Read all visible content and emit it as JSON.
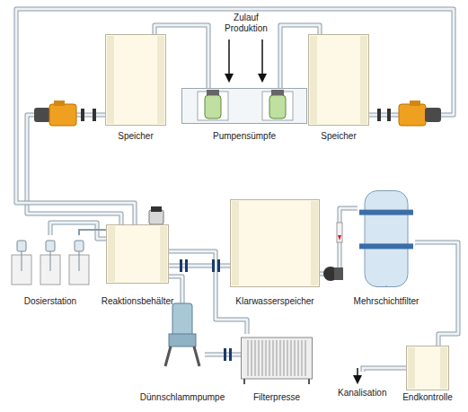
{
  "diagram": {
    "nodes": [
      {
        "text": [
          "Speicher"
        ]
      },
      {
        "text": [
          "Pumpensümpfe"
        ]
      },
      {
        "text": [
          "Speicher"
        ]
      },
      {
        "text": [
          "Dosierstation"
        ]
      },
      {
        "text": [
          "Reaktionsbehälter"
        ]
      },
      {
        "text": [
          "Klarwasserspeicher"
        ]
      },
      {
        "text": [
          "Mehrschichtfilter"
        ]
      },
      {
        "text": [
          "Dünnschlammpumpe"
        ]
      },
      {
        "text": [
          "Filterpresse"
        ]
      },
      {
        "text": [
          "Endkontrolle"
        ]
      }
    ],
    "edges": [
      {
        "from": 1,
        "to": 0,
        "arrow": "none"
      },
      {
        "from": 1,
        "to": 2,
        "arrow": "none"
      },
      {
        "from": 0,
        "to": 4,
        "arrow": "none"
      },
      {
        "from": 2,
        "to": 4,
        "arrow": "none"
      },
      {
        "from": 3,
        "to": 4,
        "arrow": "none"
      },
      {
        "from": 4,
        "to": 5,
        "arrow": "none"
      },
      {
        "from": 4,
        "to": 7,
        "arrow": "none"
      },
      {
        "from": 7,
        "to": 8,
        "arrow": "none"
      },
      {
        "from": 8,
        "to": 4,
        "arrow": "none"
      },
      {
        "from": 5,
        "to": 6,
        "arrow": "none"
      },
      {
        "from": 6,
        "to": 9,
        "arrow": "none"
      }
    ],
    "labels": [
      "Zulauf Produktion",
      "Kanalisation"
    ]
  }
}
